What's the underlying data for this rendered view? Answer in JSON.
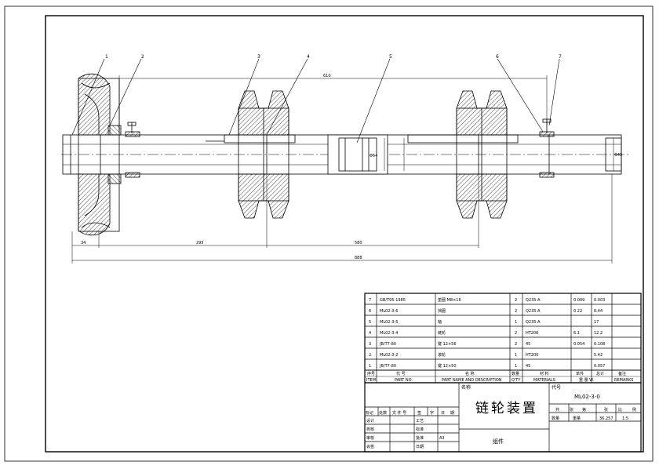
{
  "drawing": {
    "balloons": [
      "1",
      "2",
      "3",
      "4",
      "5",
      "6",
      "7"
    ],
    "dims": {
      "top_span": "610",
      "mid_diameter": "Φ64",
      "right_diameter": "Φ45",
      "left_offset": "34",
      "seg_left": "295",
      "seg_right": "580",
      "overall": "888"
    }
  },
  "title_block": {
    "parts": [
      {
        "item": "7",
        "code": "GB/T95-1985",
        "name": "垫圈 M8×16",
        "qty": "2",
        "material": "Q235-A",
        "unit": "0.009",
        "total": "0.003",
        "note": ""
      },
      {
        "item": "6",
        "code": "ML02-3-6",
        "name": "挡圈",
        "qty": "2",
        "material": "Q235-A",
        "unit": "0.22",
        "total": "0.44",
        "note": ""
      },
      {
        "item": "5",
        "code": "ML02-3-5",
        "name": "轴",
        "qty": "1",
        "material": "Q235-A",
        "unit": "",
        "total": "17",
        "note": ""
      },
      {
        "item": "4",
        "code": "ML02-3-4",
        "name": "链轮",
        "qty": "2",
        "material": "HT200",
        "unit": "6.1",
        "total": "12.2",
        "note": ""
      },
      {
        "item": "3",
        "code": "JB/T7-80",
        "name": "键 12×56",
        "qty": "2",
        "material": "45",
        "unit": "0.054",
        "total": "0.108",
        "note": ""
      },
      {
        "item": "2",
        "code": "ML02-3-2",
        "name": "滚轮",
        "qty": "1",
        "material": "HT200",
        "unit": "",
        "total": "5.42",
        "note": ""
      },
      {
        "item": "1",
        "code": "JB/T7-80",
        "name": "键 12×50",
        "qty": "1",
        "material": "45",
        "unit": "",
        "total": "0.057",
        "note": ""
      }
    ],
    "header_cn": {
      "item": "序号",
      "code": "代 号",
      "name": "名   称",
      "qty": "数量",
      "material": "材 料",
      "unit": "单件",
      "total": "总计",
      "note": "备注"
    },
    "header_en": {
      "item": "ITEM",
      "code": "PART NO.",
      "name": "PART NAME AND DESCRIPTION",
      "qty": "Q'TY",
      "material": "MATERIALS",
      "unit_weight": "重 量 W.",
      "note": "REMARKS"
    },
    "title_label": "名称",
    "title": "链轮装置",
    "code_label": "代号",
    "code": "ML02-3-0",
    "type_label": "组件",
    "stage_labels": [
      "共",
      "张",
      "第",
      "张",
      "比",
      "例"
    ],
    "qty_label": "数量",
    "weight_label": "重量",
    "weight": "36.257",
    "scale": "1:5",
    "rev_header": [
      "标记",
      "处数",
      "文 件 号",
      "签",
      "字",
      "日",
      "期"
    ],
    "sign_rows": [
      {
        "role": "设计",
        "role2": "工艺",
        "date": ""
      },
      {
        "role": "校核",
        "role2": "标准",
        "date": ""
      },
      {
        "role": "审核",
        "role2": "批准",
        "date": "A3"
      },
      {
        "role": "会签",
        "role2": "日期",
        "date": ""
      }
    ]
  }
}
